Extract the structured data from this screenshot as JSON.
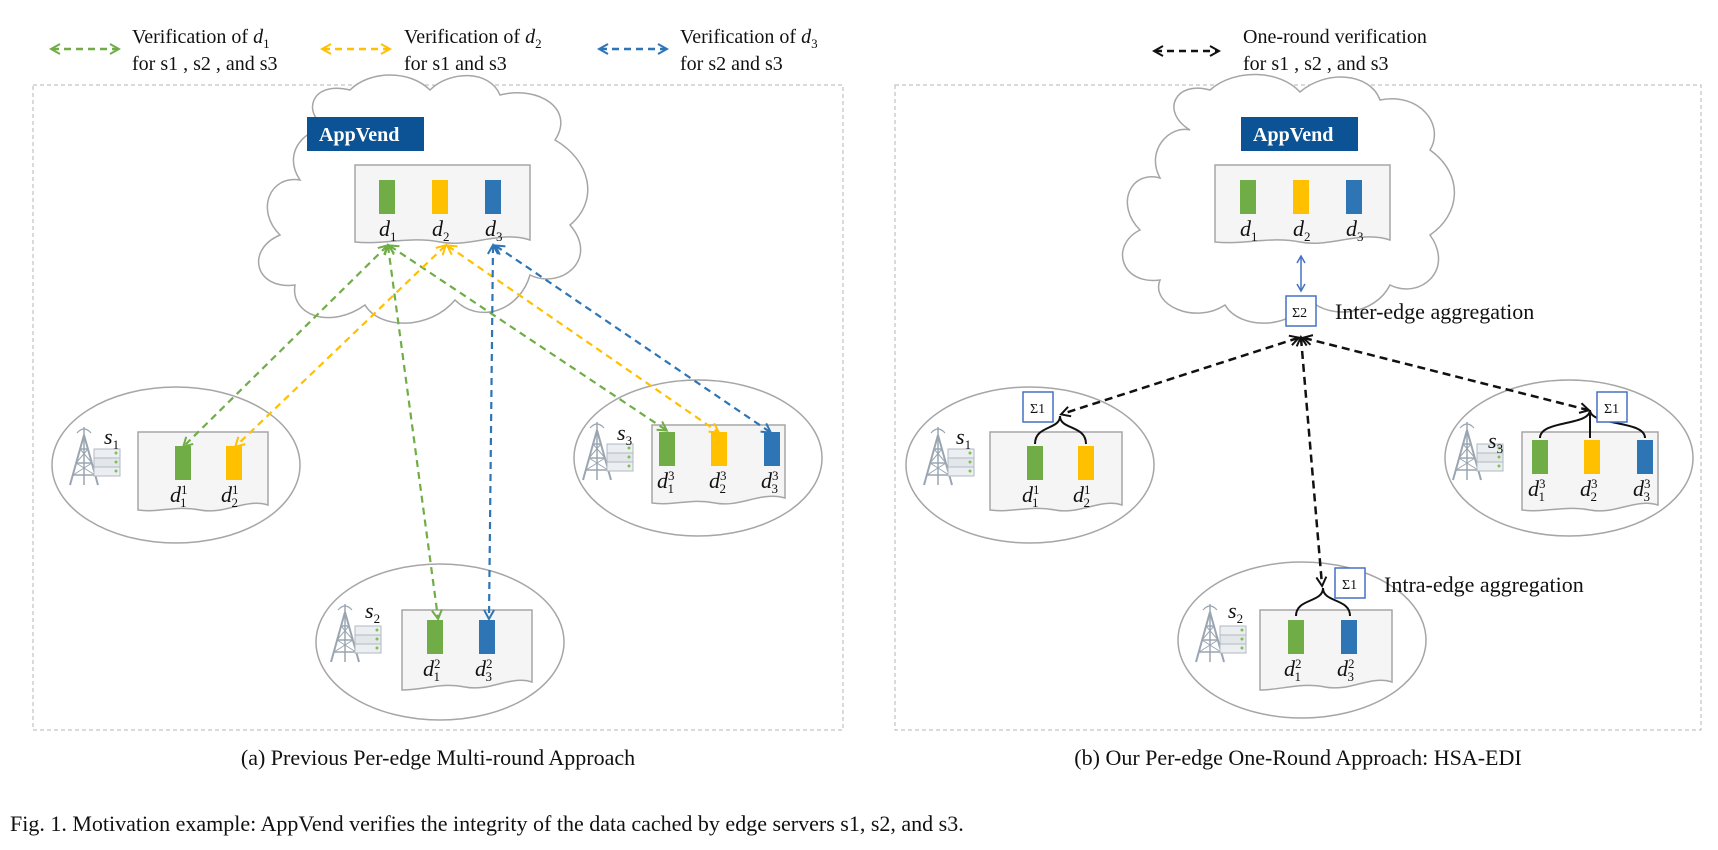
{
  "legend": {
    "d1": {
      "line1": "Verification of ",
      "var": "d",
      "sub": "1",
      "line2": "for s1 , s2 , and s3",
      "color": "#70AD47"
    },
    "d2": {
      "line1": "Verification of ",
      "var": "d",
      "sub": "2",
      "line2": "for s1 and s3",
      "color": "#FFC000"
    },
    "d3": {
      "line1": "Verification of ",
      "var": "d",
      "sub": "3",
      "line2": "for s2 and s3",
      "color": "#2E75B6"
    },
    "one_round": {
      "line1": "One-round verification",
      "line2": "for s1 , s2 , and s3",
      "color": "#111111"
    }
  },
  "appvend_label": "AppVend",
  "colors": {
    "d1": "#70AD47",
    "d2": "#FFC000",
    "d3": "#2E75B6",
    "appvend": "#0B5394"
  },
  "sigma": {
    "inter": "Σ2",
    "intra": "Σ1"
  },
  "annotations": {
    "inter": "Inter-edge aggregation",
    "intra": "Intra-edge aggregation"
  },
  "captions": {
    "a": "(a) Previous Per-edge Multi-round Approach",
    "b": "(b) Our Per-edge One-Round Approach: HSA-EDI",
    "fig": "Fig. 1.   Motivation example: AppVend verifies the integrity of the data cached by edge servers s1, s2, and s3."
  }
}
